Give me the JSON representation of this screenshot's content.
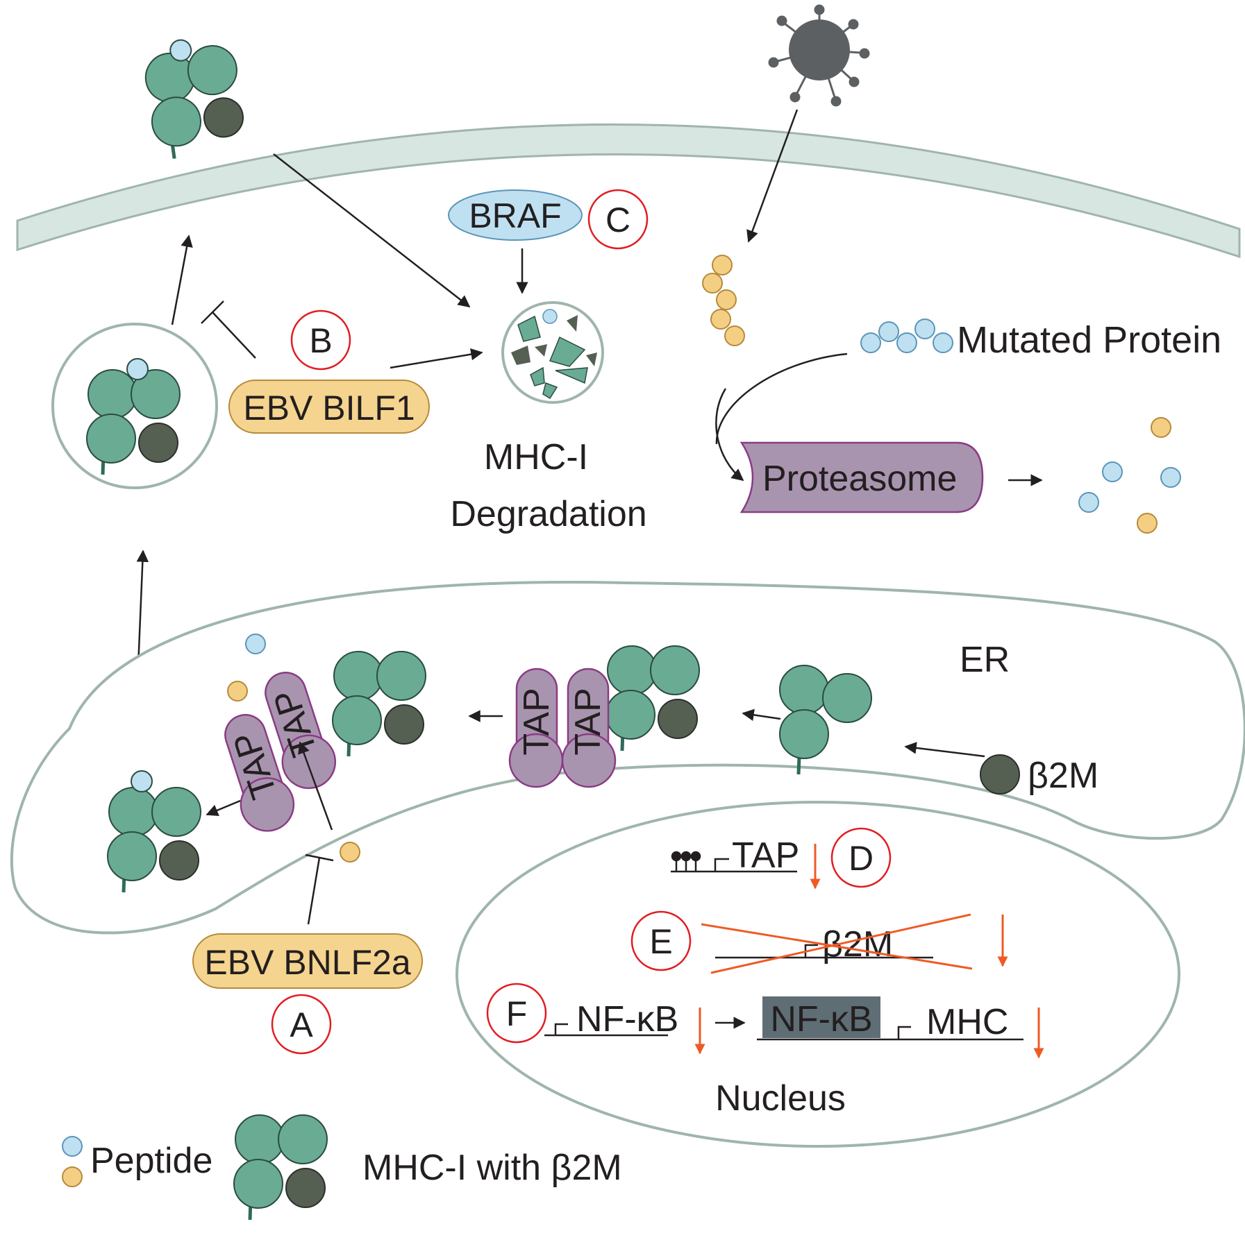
{
  "labels": {
    "braf": "BRAF",
    "c": "C",
    "b": "B",
    "ebv_bilf1": "EBV BILF1",
    "mhc_degradation_line1": "MHC-I",
    "mhc_degradation_line2": "Degradation",
    "mutated_protein": "Mutated Protein",
    "proteasome": "Proteasome",
    "er": "ER",
    "tap": "TAP",
    "b2m": "β2M",
    "d": "D",
    "tap_gene": "TAP",
    "e": "E",
    "b2m_gene": "β2M",
    "f": "F",
    "nfkb_gene": "NF-κB",
    "nfkb_protein": "NF-κB",
    "mhc_gene": "MHC",
    "nucleus": "Nucleus",
    "ebv_bnlf2a": "EBV BNLF2a",
    "a": "A"
  },
  "legend": {
    "peptide": "Peptide",
    "mhc": "MHC-I with β2M"
  },
  "colors": {
    "mhc_green": "#6aab93",
    "b2m_dark": "#555f52",
    "tap_purple": "#a994b0",
    "tap_stroke": "#8a3b84",
    "membrane": "#d7e6e0",
    "outline": "#9fb5ac",
    "peptide_blue": "#bfe0f1",
    "peptide_yellow": "#f4cf83",
    "ebv_yellow": "#f5d48f",
    "braf_blue": "#bfe0f1",
    "letter_red": "#e11d22",
    "down_arrow": "#ef5a24",
    "nfkb_box": "#5f6e74",
    "virus": "#5d6062"
  }
}
